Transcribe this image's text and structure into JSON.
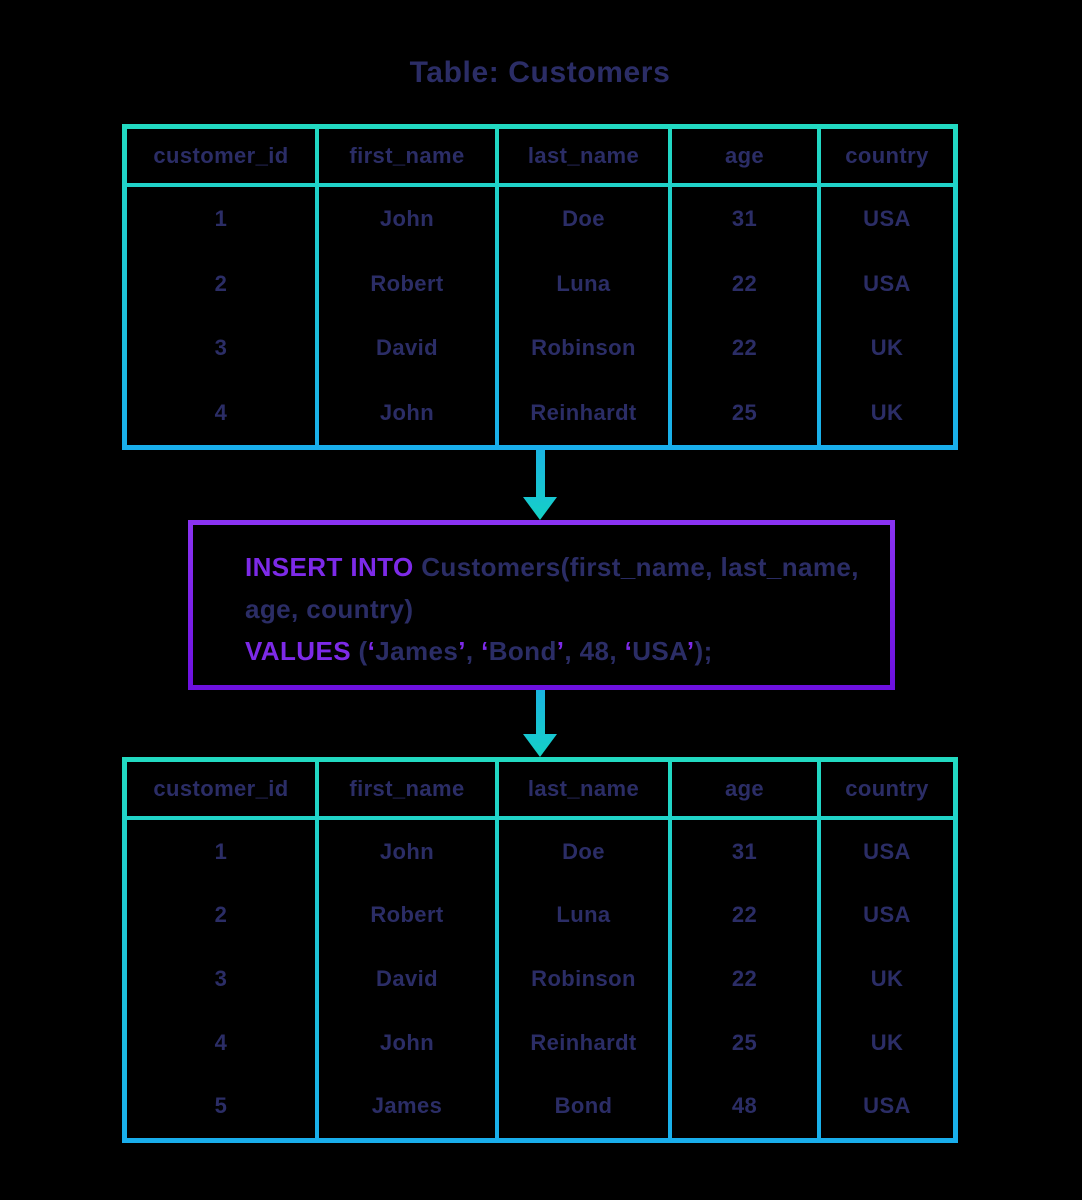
{
  "page": {
    "background": "#000000",
    "colors": {
      "table_border_top": "#22dac1",
      "table_border_bottom": "#19aeec",
      "sql_border_top": "#8a33f2",
      "sql_border_bottom": "#6d11e0",
      "arrow_cyan": "#1bb5e2",
      "arrow_teal": "#13d2c3",
      "text_navy": "#2b2d66",
      "sql_keyword_purple": "#7d2ae8"
    }
  },
  "title": "Table: Customers",
  "table_before": {
    "columns": [
      "customer_id",
      "first_name",
      "last_name",
      "age",
      "country"
    ],
    "rows": [
      [
        "1",
        "John",
        "Doe",
        "31",
        "USA"
      ],
      [
        "2",
        "Robert",
        "Luna",
        "22",
        "USA"
      ],
      [
        "3",
        "David",
        "Robinson",
        "22",
        "UK"
      ],
      [
        "4",
        "John",
        "Reinhardt",
        "25",
        "UK"
      ]
    ]
  },
  "sql": {
    "statement_text": "INSERT INTO Customers(first_name, last_name, age, country) VALUES ('James', 'Bond', 48, 'USA');",
    "line1": [
      {
        "text": "INSERT INTO",
        "color": "keyword"
      },
      {
        "text": " Customers(first_name, last_name,",
        "color": "code"
      }
    ],
    "line2": [
      {
        "text": "age, country)",
        "color": "code"
      }
    ],
    "line3": [
      {
        "text": "VALUES",
        "color": "keyword"
      },
      {
        "text": " (",
        "color": "code"
      },
      {
        "text": "‘",
        "color": "keyword"
      },
      {
        "text": "James",
        "color": "code"
      },
      {
        "text": "’",
        "color": "keyword"
      },
      {
        "text": ", ",
        "color": "code"
      },
      {
        "text": "‘",
        "color": "keyword"
      },
      {
        "text": "Bond",
        "color": "code"
      },
      {
        "text": "’",
        "color": "keyword"
      },
      {
        "text": ", 48, ",
        "color": "code"
      },
      {
        "text": "‘",
        "color": "keyword"
      },
      {
        "text": "USA",
        "color": "code"
      },
      {
        "text": "’",
        "color": "keyword"
      },
      {
        "text": ");",
        "color": "code"
      }
    ]
  },
  "table_after": {
    "columns": [
      "customer_id",
      "first_name",
      "last_name",
      "age",
      "country"
    ],
    "rows": [
      [
        "1",
        "John",
        "Doe",
        "31",
        "USA"
      ],
      [
        "2",
        "Robert",
        "Luna",
        "22",
        "USA"
      ],
      [
        "3",
        "David",
        "Robinson",
        "22",
        "UK"
      ],
      [
        "4",
        "John",
        "Reinhardt",
        "25",
        "UK"
      ],
      [
        "5",
        "James",
        "Bond",
        "48",
        "USA"
      ]
    ]
  }
}
